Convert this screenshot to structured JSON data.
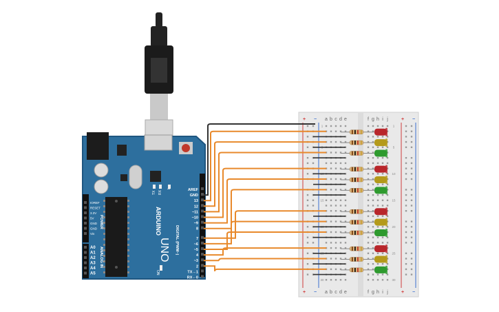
{
  "colors": {
    "board": "#2d6f9e",
    "board_edge": "#1f5680",
    "wire": "#e8892b",
    "wire_gnd": "#333333",
    "breadboard": "#e9e9e9",
    "rail_red": "#d03a3a",
    "rail_blue": "#3a6fd0",
    "led_red": "#b8262b",
    "led_yellow": "#b49a1a",
    "led_green": "#2e9a2e",
    "usb": "#222222"
  },
  "arduino": {
    "brand": "ARDUINO",
    "model": "UNO",
    "digital_label": "DIGITAL (PWM~)",
    "analog_label": "ANALOG IN",
    "power_label": "POWER",
    "on_label": "ON",
    "l_label": "L",
    "tx_label": "TX",
    "rx_label": "RX",
    "digital_pins": [
      "AREF",
      "GND",
      "13",
      "12",
      "~11",
      "~10",
      "~9",
      "8",
      "7",
      "~6",
      "~5",
      "4",
      "~3",
      "2",
      "TX→1",
      "RX←0"
    ],
    "power_pins": [
      "IOREF",
      "RESET",
      "3.3V",
      "5V",
      "GND",
      "GND",
      "Vin"
    ],
    "analog_pins": [
      "A0",
      "A1",
      "A2",
      "A3",
      "A4",
      "A5"
    ]
  },
  "breadboard": {
    "columns_left": [
      "a",
      "b",
      "c",
      "d",
      "e"
    ],
    "columns_right": [
      "f",
      "g",
      "h",
      "i",
      "j"
    ],
    "rail_plus": "+",
    "rail_minus": "−",
    "row_numbers": [
      "1",
      "",
      "",
      "",
      "5",
      "",
      "",
      "",
      "",
      "10",
      "",
      "",
      "",
      "",
      "15",
      "",
      "",
      "",
      "",
      "20",
      "",
      "",
      "",
      "",
      "25",
      "",
      "",
      "",
      "",
      "30"
    ]
  },
  "leds": [
    {
      "color": "red"
    },
    {
      "color": "yellow"
    },
    {
      "color": "green"
    },
    {
      "color": "red"
    },
    {
      "color": "yellow"
    },
    {
      "color": "green"
    },
    {
      "color": "red"
    },
    {
      "color": "yellow"
    },
    {
      "color": "green"
    },
    {
      "color": "red"
    },
    {
      "color": "yellow"
    },
    {
      "color": "green"
    }
  ]
}
